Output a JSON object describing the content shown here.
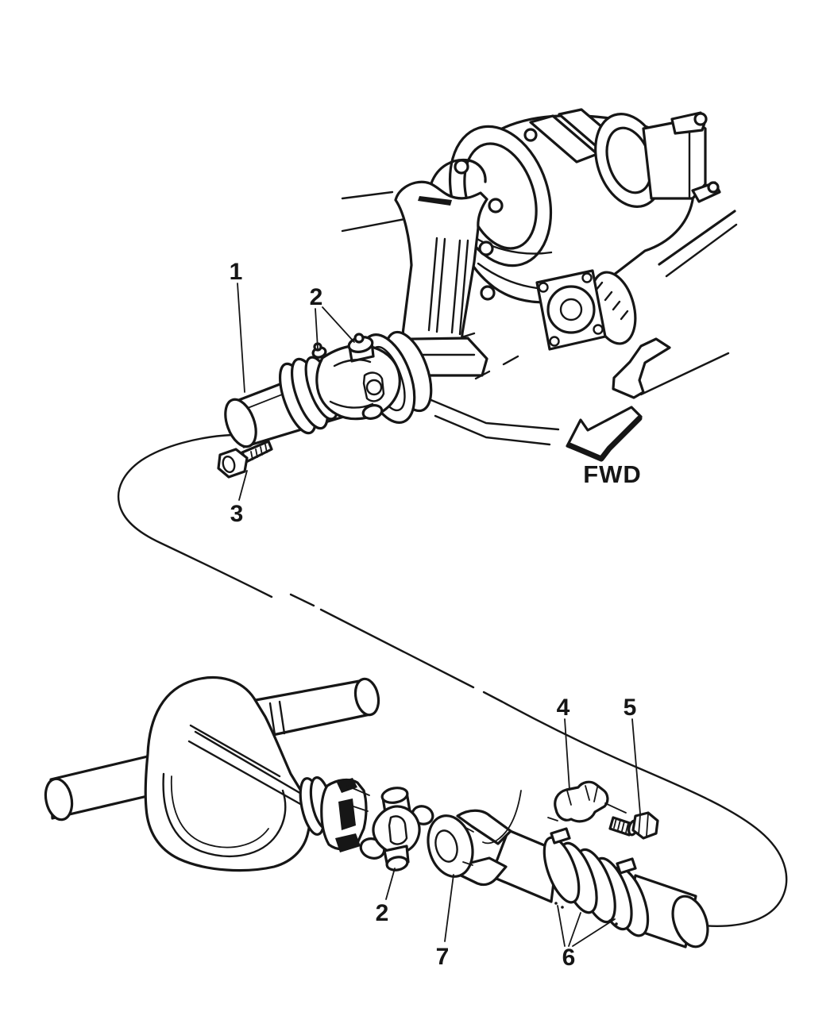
{
  "diagram": {
    "colors": {
      "ink": "#161616",
      "paper": "#ffffff"
    },
    "direction_label": "FWD",
    "callouts": [
      {
        "label": "1"
      },
      {
        "label": "2"
      },
      {
        "label": "3"
      },
      {
        "label": "2"
      },
      {
        "label": "4"
      },
      {
        "label": "5"
      },
      {
        "label": "6"
      },
      {
        "label": "7"
      }
    ]
  }
}
